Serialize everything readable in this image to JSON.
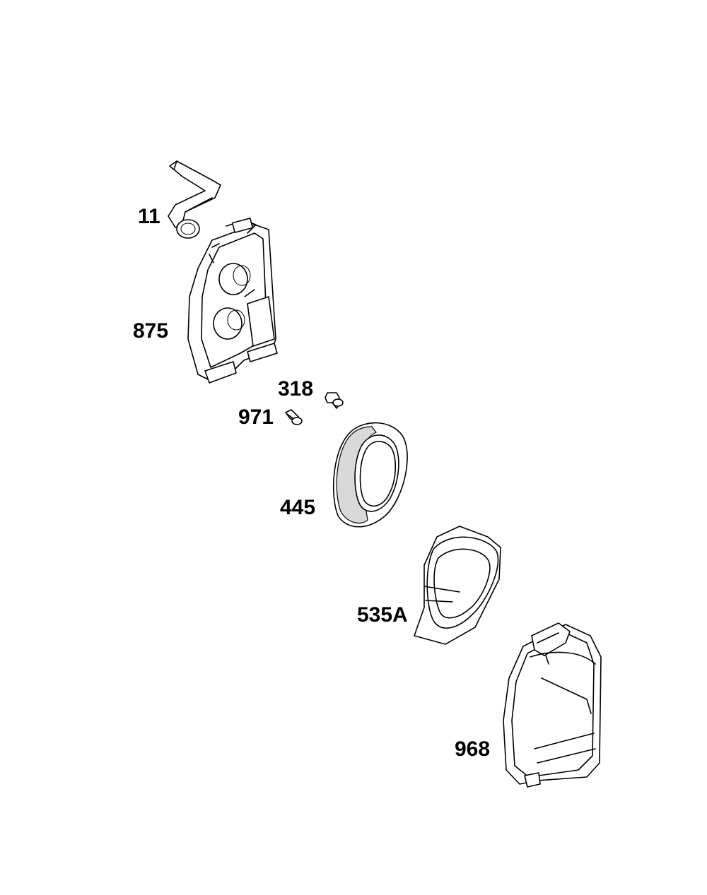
{
  "parts": [
    {
      "id": "11",
      "label": "11",
      "icon": "breather-tube-icon"
    },
    {
      "id": "875",
      "label": "875",
      "icon": "air-cleaner-base-icon"
    },
    {
      "id": "318",
      "label": "318",
      "icon": "screw-icon"
    },
    {
      "id": "971",
      "label": "971",
      "icon": "screw-icon"
    },
    {
      "id": "445",
      "label": "445",
      "icon": "air-filter-cartridge-icon"
    },
    {
      "id": "535A",
      "label": "535A",
      "icon": "pre-cleaner-icon"
    },
    {
      "id": "968",
      "label": "968",
      "icon": "air-cleaner-cover-icon"
    }
  ]
}
